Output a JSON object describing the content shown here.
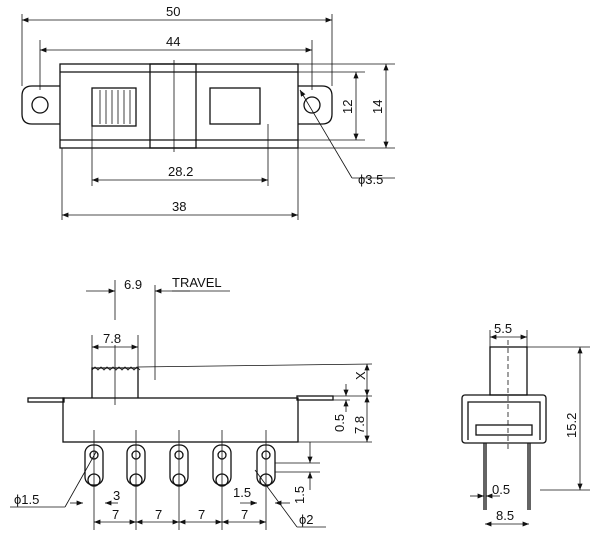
{
  "top_view": {
    "dim_overall_length": "50",
    "dim_hole_spacing": "44",
    "dim_inner_height": "12",
    "dim_overall_height": "14",
    "dim_actuator_window": "28.2",
    "dim_body_length": "38",
    "dim_hole_diameter": "ϕ3.5"
  },
  "side_view": {
    "dim_travel": "6.9",
    "travel_label": "TRAVEL",
    "dim_actuator_width": "7.8",
    "dim_actuator_height": "X",
    "dim_plate_thickness": "0.5",
    "dim_body_height": "7.8",
    "dim_pin_hole": "ϕ1.5",
    "dim_pin_offset": "3",
    "dim_pitch": [
      "7",
      "7",
      "7",
      "7"
    ],
    "dim_lug_width": "1.5",
    "dim_lug_vertical": "1.5",
    "dim_lug_hole": "ϕ2"
  },
  "end_view": {
    "dim_actuator_width": "5.5",
    "dim_total_height": "15.2",
    "dim_pin_thickness": "0.5",
    "dim_pin_spacing": "8.5"
  }
}
